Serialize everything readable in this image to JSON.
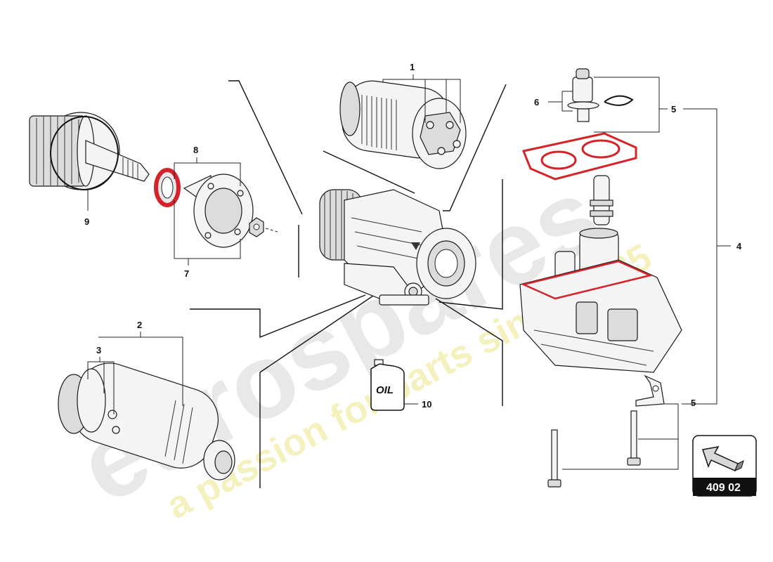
{
  "diagram": {
    "callouts": {
      "c1": "1",
      "c2": "2",
      "c3": "3",
      "c4": "4",
      "c5a": "5",
      "c5b": "5",
      "c6": "6",
      "c7": "7",
      "c8": "8",
      "c9": "9",
      "c10": "10"
    },
    "oil_label": "OIL",
    "reference_code": "409 02",
    "gasket_color": "#d5232a"
  },
  "watermark": {
    "brand": "eurospares",
    "tagline": "a passion for parts since 1985"
  }
}
